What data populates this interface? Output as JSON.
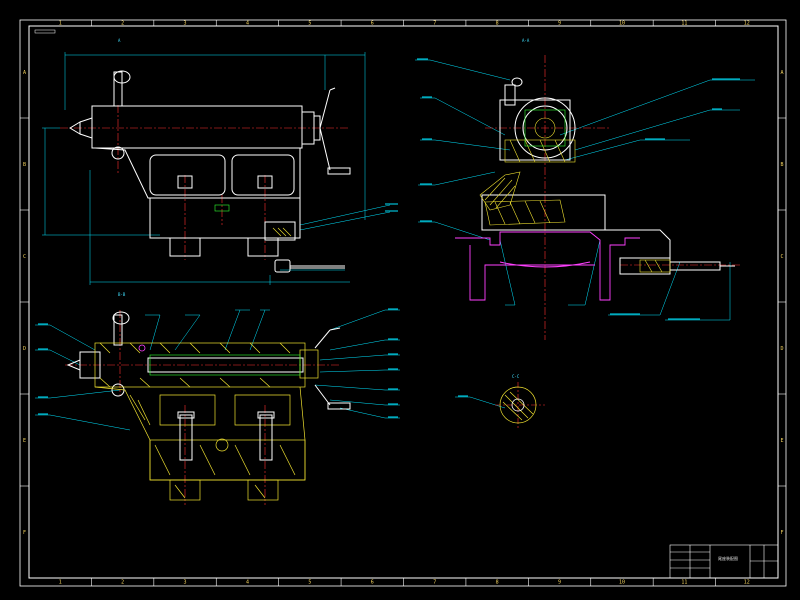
{
  "drawing": {
    "colors": {
      "background": "#000000",
      "border": "#ffffff",
      "outline": "#ffffff",
      "hatch": "#f0e130",
      "centerline": "#ff3030",
      "leader": "#00e5ff",
      "dimension": "#00e5ff",
      "section_part": "#ff40ff",
      "green": "#30ff30"
    },
    "grid_columns": [
      "1",
      "2",
      "3",
      "4",
      "5",
      "6",
      "7",
      "8",
      "9",
      "10",
      "11",
      "12"
    ],
    "grid_rows": [
      "A",
      "B",
      "C",
      "D",
      "E",
      "F"
    ],
    "views": {
      "front_label": "A",
      "side_label": "A-A",
      "section_label": "B-B",
      "detail_label": "C-C"
    },
    "title_block": {
      "title": "尾座装配图"
    }
  }
}
